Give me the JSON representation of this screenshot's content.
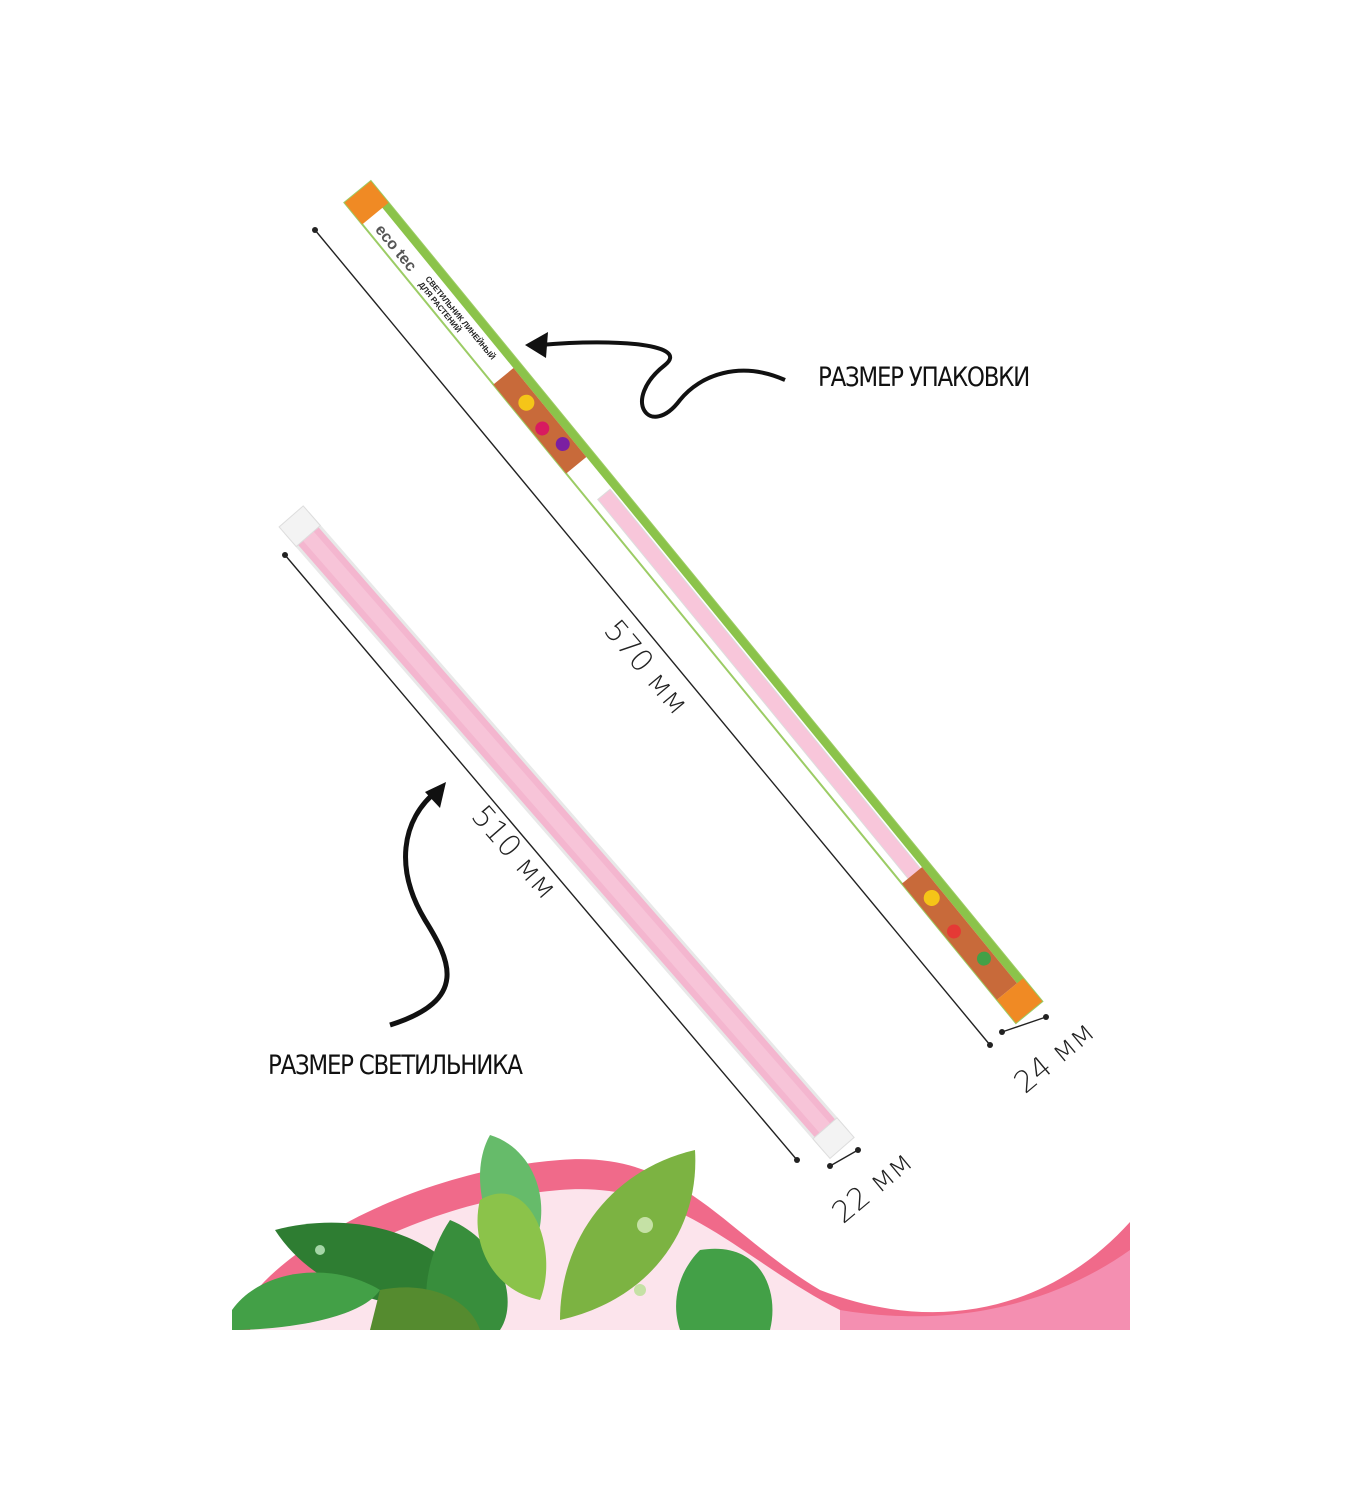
{
  "labels": {
    "package_size": "РАЗМЕР УПАКОВКИ",
    "lamp_size": "РАЗМЕР СВЕТИЛЬНИКА"
  },
  "dimensions": {
    "package_length": "570 мм",
    "package_width": "24 мм",
    "lamp_length": "510 мм",
    "lamp_width": "22 мм"
  },
  "package": {
    "brand": "eco tec",
    "title_line1": "СВЕТИЛЬНИК ЛИНЕЙНЫЙ",
    "title_line2": "ДЛЯ РАСТЕНИЙ"
  },
  "colors": {
    "lamp_pink": "#f4b6cf",
    "package_green": "#7cb342",
    "package_orange": "#f08a24",
    "wave_pink": "#f06a8a",
    "leaf_green": "#4caf2a"
  }
}
